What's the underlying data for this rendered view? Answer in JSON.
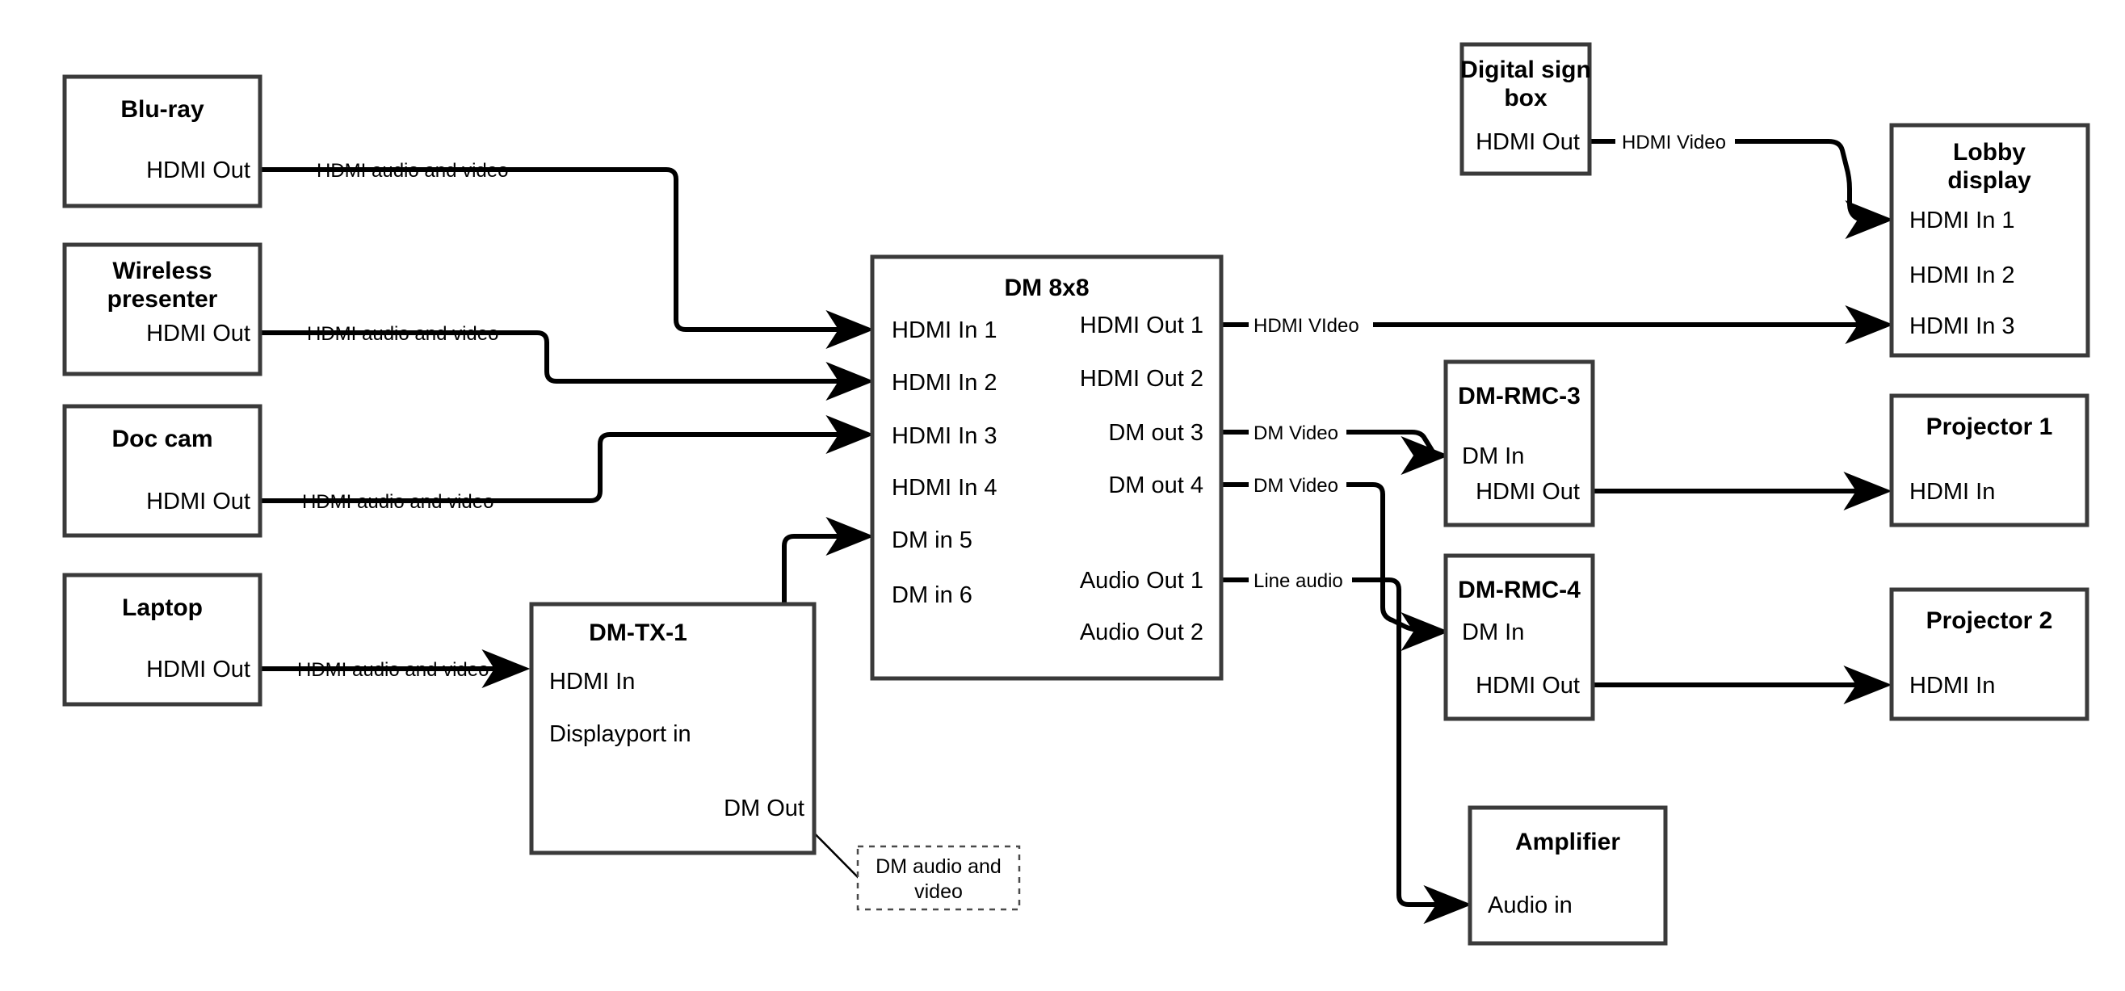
{
  "diagram": {
    "kind": "av-signal-flow-block-diagram",
    "background": "#ffffff",
    "line_color": "#000000",
    "box_stroke": "#3a3a3a"
  },
  "nodes": {
    "bluray": {
      "title": "Blu-ray",
      "ports": [
        "HDMI Out"
      ]
    },
    "wireless": {
      "title": "Wireless\npresenter",
      "title_l1": "Wireless",
      "title_l2": "presenter",
      "ports": [
        "HDMI Out"
      ]
    },
    "doccam": {
      "title": "Doc cam",
      "ports": [
        "HDMI Out"
      ]
    },
    "laptop": {
      "title": "Laptop",
      "ports": [
        "HDMI Out"
      ]
    },
    "dmtx1": {
      "title": "DM-TX-1",
      "port_in1": "HDMI In",
      "port_in2": "Displayport in",
      "port_out": "DM Out"
    },
    "dm8x8": {
      "title": "DM 8x8",
      "inputs": [
        "HDMI In 1",
        "HDMI In 2",
        "HDMI In 3",
        "HDMI In 4",
        "DM in 5",
        "DM in 6"
      ],
      "outputs": [
        "HDMI Out 1",
        "HDMI Out 2",
        "DM out 3",
        "DM out 4",
        "Audio Out 1",
        "Audio Out 2"
      ]
    },
    "digitalsign": {
      "title_l1": "Digital sign",
      "title_l2": "box",
      "ports": [
        "HDMI Out"
      ]
    },
    "lobby": {
      "title_l1": "Lobby",
      "title_l2": "display",
      "inputs": [
        "HDMI In 1",
        "HDMI In 2",
        "HDMI In 3"
      ]
    },
    "dmrmc3": {
      "title": "DM-RMC-3",
      "port_in": "DM In",
      "port_out": "HDMI Out"
    },
    "dmrmc4": {
      "title": "DM-RMC-4",
      "port_in": "DM In",
      "port_out": "HDMI Out"
    },
    "projector1": {
      "title": "Projector 1",
      "port_in": "HDMI In"
    },
    "projector2": {
      "title": "Projector 2",
      "port_in": "HDMI In"
    },
    "amplifier": {
      "title": "Amplifier",
      "port_in": "Audio in"
    }
  },
  "notes": {
    "dm_audio_video": {
      "line1": "DM audio and",
      "line2": "video"
    }
  },
  "links": [
    {
      "id": "bluray-to-in1",
      "label": "HDMI audio and video",
      "from": "bluray.HDMI Out",
      "to": "dm8x8.HDMI In 1"
    },
    {
      "id": "wireless-to-in2",
      "label": "HDMI audio and video",
      "from": "wireless.HDMI Out",
      "to": "dm8x8.HDMI In 2"
    },
    {
      "id": "doccam-to-in3",
      "label": "HDMI audio and video",
      "from": "doccam.HDMI Out",
      "to": "dm8x8.HDMI In 3"
    },
    {
      "id": "laptop-to-dmtx1",
      "label": "HDMI audio and video",
      "from": "laptop.HDMI Out",
      "to": "dmtx1.HDMI In"
    },
    {
      "id": "dmtx1-to-in5",
      "label": "DM audio and video",
      "from": "dmtx1.DM Out",
      "to": "dm8x8.DM in 5"
    },
    {
      "id": "hdmiout1-to-lobby3",
      "label": "HDMI VIdeo",
      "from": "dm8x8.HDMI Out 1",
      "to": "lobby.HDMI In 3"
    },
    {
      "id": "dmout3-to-rmc3",
      "label": "DM Video",
      "from": "dm8x8.DM out 3",
      "to": "dmrmc3.DM In"
    },
    {
      "id": "dmout4-to-rmc4",
      "label": "DM Video",
      "from": "dm8x8.DM out 4",
      "to": "dmrmc4.DM In"
    },
    {
      "id": "audioout1-to-amp",
      "label": "Line audio",
      "from": "dm8x8.Audio Out 1",
      "to": "amplifier.Audio in"
    },
    {
      "id": "sign-to-lobby1",
      "label": "HDMI Video",
      "from": "digitalsign.HDMI Out",
      "to": "lobby.HDMI In 1"
    },
    {
      "id": "rmc3-to-proj1",
      "label": "",
      "from": "dmrmc3.HDMI Out",
      "to": "projector1.HDMI In"
    },
    {
      "id": "rmc4-to-proj2",
      "label": "",
      "from": "dmrmc4.HDMI Out",
      "to": "projector2.HDMI In"
    }
  ]
}
